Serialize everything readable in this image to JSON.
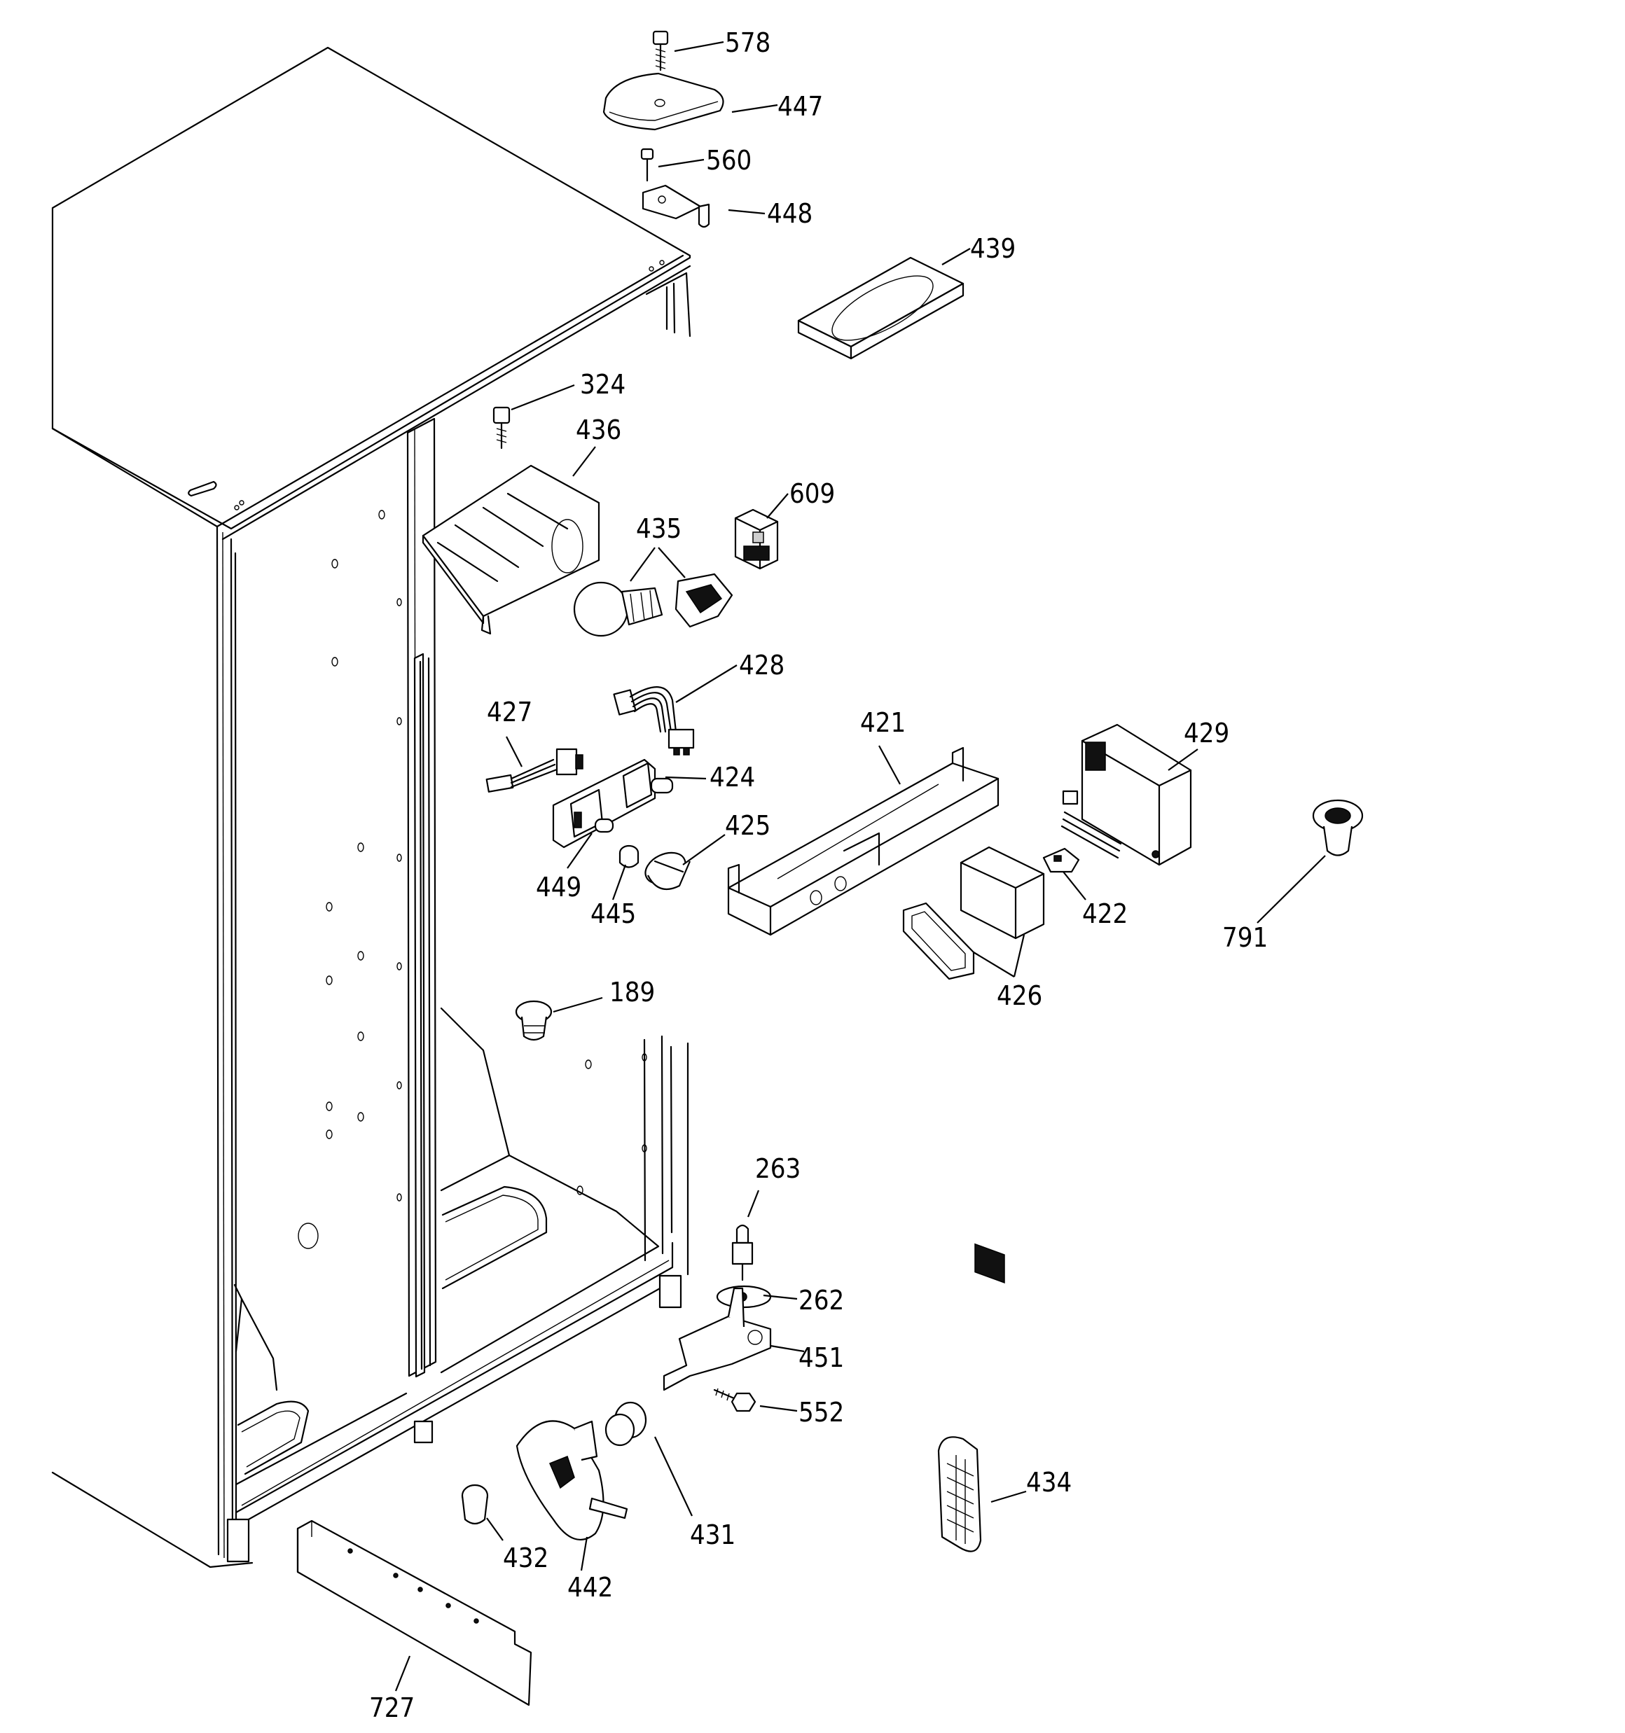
{
  "labels": {
    "p578": "578",
    "p447": "447",
    "p560": "560",
    "p448": "448",
    "p439": "439",
    "p324": "324",
    "p436": "436",
    "p609": "609",
    "p435": "435",
    "p428": "428",
    "p427": "427",
    "p421": "421",
    "p429": "429",
    "p424": "424",
    "p425": "425",
    "p449": "449",
    "p445": "445",
    "p422": "422",
    "p791": "791",
    "p426": "426",
    "p189": "189",
    "p263": "263",
    "p262": "262",
    "p451": "451",
    "p552": "552",
    "p434": "434",
    "p431": "431",
    "p432": "432",
    "p442": "442",
    "p727": "727"
  }
}
